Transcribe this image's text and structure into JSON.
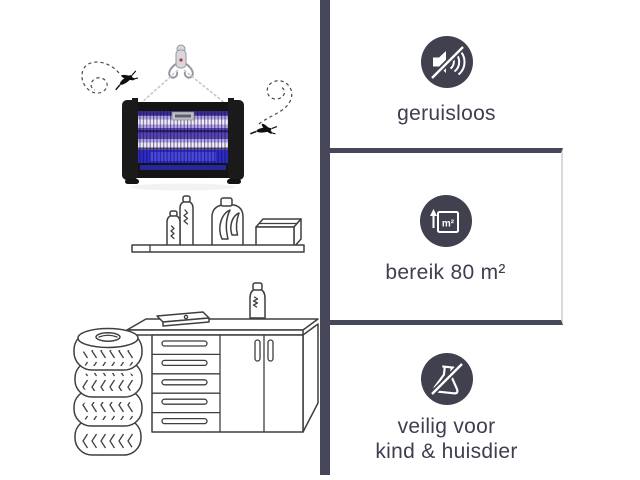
{
  "theme": {
    "background": "#ffffff",
    "divider_bar_color": "#47475a",
    "panel_border_light": "#d8d8dd",
    "icon_circle_color": "#40404f",
    "text_color": "#3e3e50",
    "lamp_glow_purple": "#5b47bd",
    "lamp_tube_highlight": "#f1ecff",
    "lamp_glow_blue": "#2b2bcf"
  },
  "features": [
    {
      "icon": "speaker-muted-icon",
      "label": "geruisloos"
    },
    {
      "icon": "area-m2-icon",
      "icon_text": "m²",
      "label": "bereik 80 m²"
    },
    {
      "icon": "flask-crossed-icon",
      "label_line1": "veilig voor",
      "label_line2": "kind & huisdier"
    }
  ],
  "illustration": {
    "objects": [
      "hanging-hook",
      "chains",
      "insect-killer-uv-lamp",
      "flying-insect-left",
      "flying-insect-right",
      "dashed-flight-trails",
      "wall-shelf",
      "cleaning-bottles",
      "detergent-jug",
      "storage-box",
      "cabinet-with-drawers",
      "cabinet-doors",
      "flat-box-on-counter",
      "bottle-on-counter",
      "tire-stack"
    ]
  }
}
